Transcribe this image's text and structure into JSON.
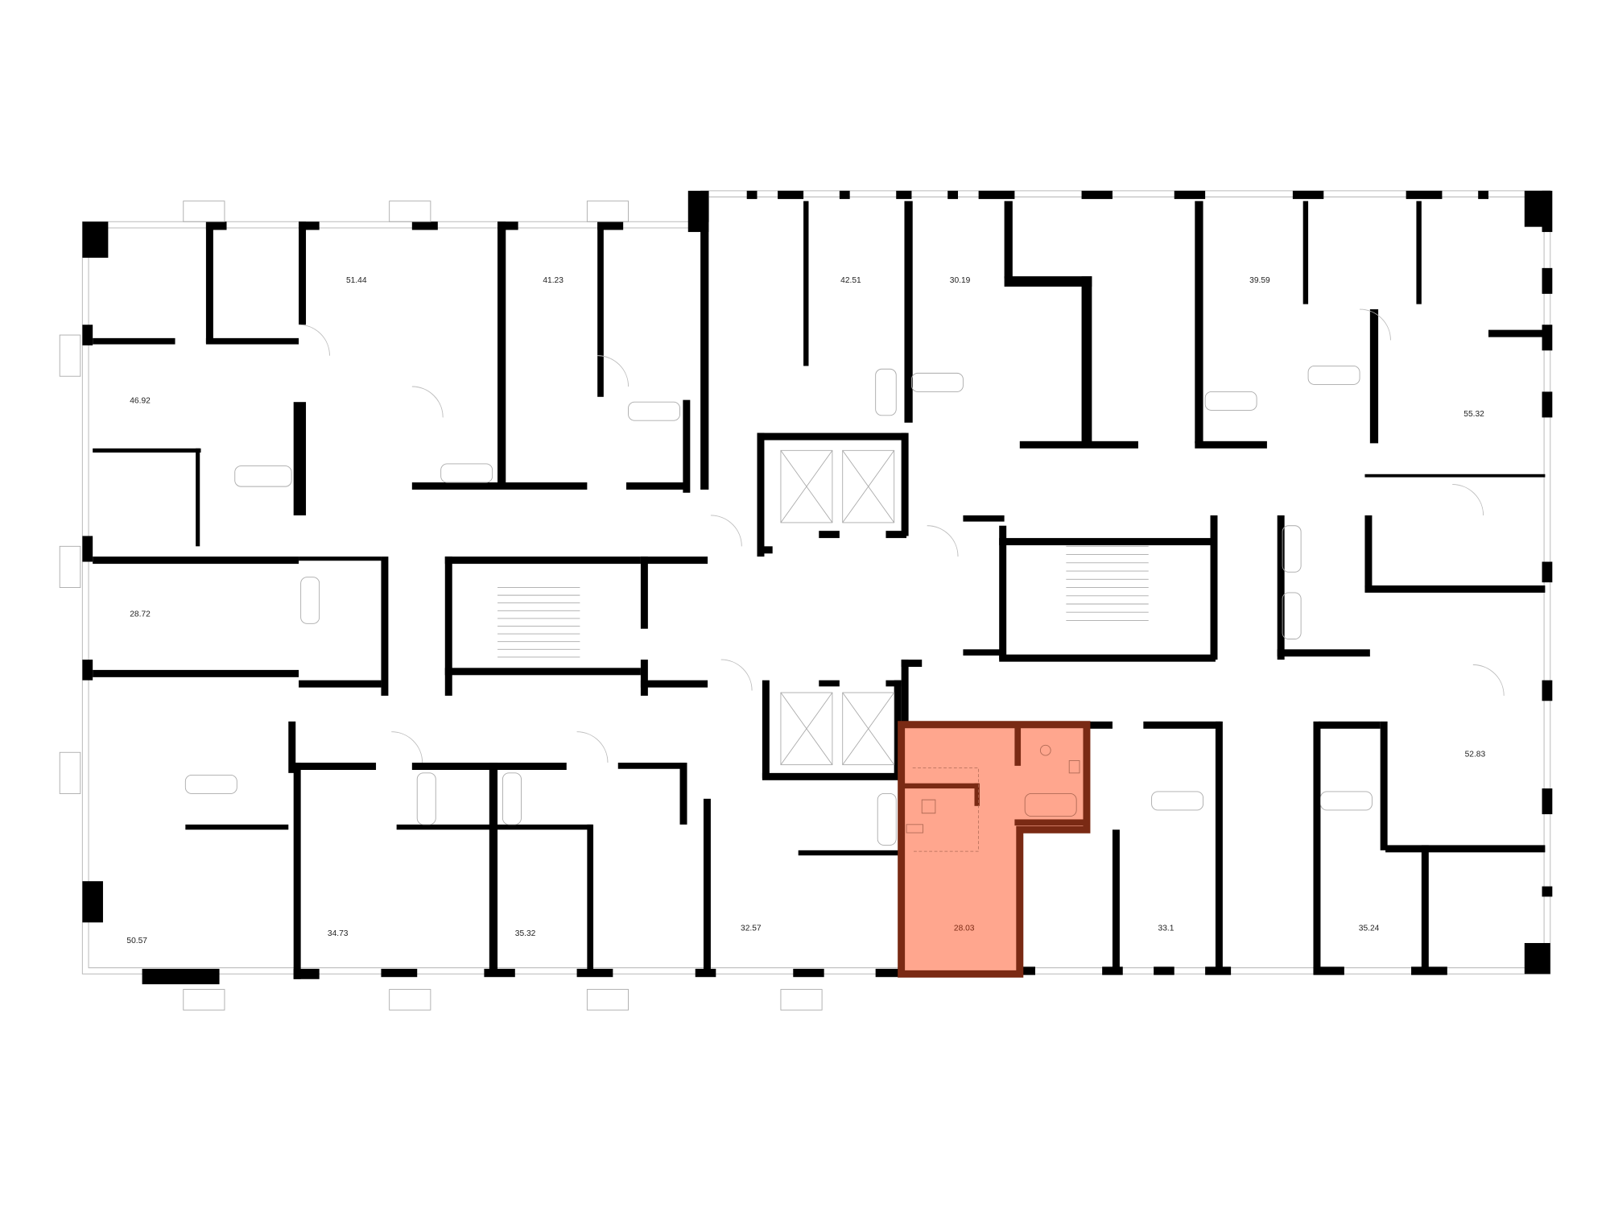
{
  "floor_plan": {
    "highlight_color": "#FFA68E",
    "highlight_wall_color": "#7A2A14",
    "wall_color": "#000000",
    "apartments": [
      {
        "id": "apt-51-44",
        "area": "51.44"
      },
      {
        "id": "apt-41-23",
        "area": "41.23"
      },
      {
        "id": "apt-42-51",
        "area": "42.51"
      },
      {
        "id": "apt-30-19",
        "area": "30.19"
      },
      {
        "id": "apt-39-59",
        "area": "39.59"
      },
      {
        "id": "apt-46-92",
        "area": "46.92"
      },
      {
        "id": "apt-55-32",
        "area": "55.32"
      },
      {
        "id": "apt-28-72",
        "area": "28.72"
      },
      {
        "id": "apt-52-83",
        "area": "52.83"
      },
      {
        "id": "apt-50-57",
        "area": "50.57"
      },
      {
        "id": "apt-34-73",
        "area": "34.73"
      },
      {
        "id": "apt-35-32",
        "area": "35.32"
      },
      {
        "id": "apt-32-57",
        "area": "32.57"
      },
      {
        "id": "apt-28-03",
        "area": "28.03",
        "selected": true
      },
      {
        "id": "apt-33-1",
        "area": "33.1"
      },
      {
        "id": "apt-35-24",
        "area": "35.24"
      }
    ]
  }
}
